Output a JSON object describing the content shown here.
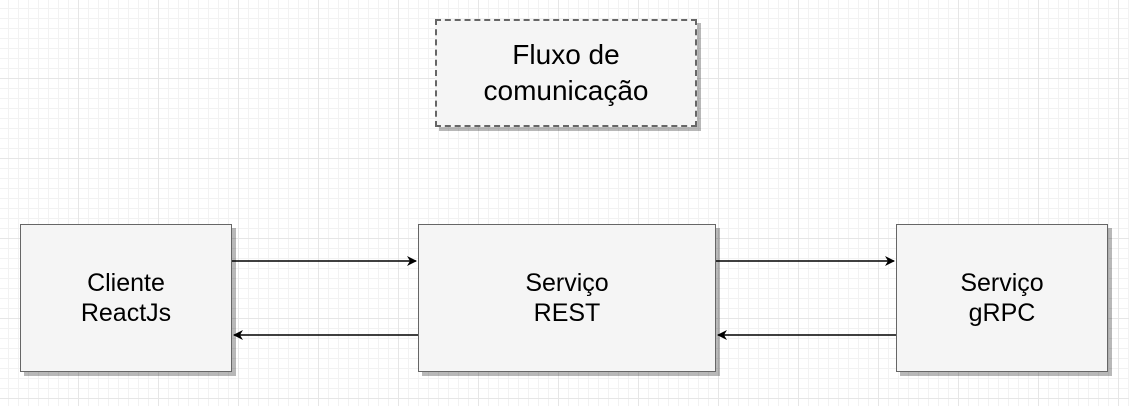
{
  "title": {
    "lines": [
      "Fluxo de",
      "comunicação"
    ]
  },
  "nodes": {
    "client": {
      "lines": [
        "Cliente",
        "ReactJs"
      ]
    },
    "rest": {
      "lines": [
        "Serviço",
        "REST"
      ]
    },
    "grpc": {
      "lines": [
        "Serviço",
        "gRPC"
      ]
    }
  },
  "edges": [
    {
      "from": "client",
      "to": "rest",
      "label": ""
    },
    {
      "from": "rest",
      "to": "client",
      "label": ""
    },
    {
      "from": "rest",
      "to": "grpc",
      "label": ""
    },
    {
      "from": "grpc",
      "to": "rest",
      "label": ""
    }
  ],
  "colors": {
    "node_fill": "#f5f5f5",
    "node_stroke": "#666666",
    "edge": "#000000"
  }
}
